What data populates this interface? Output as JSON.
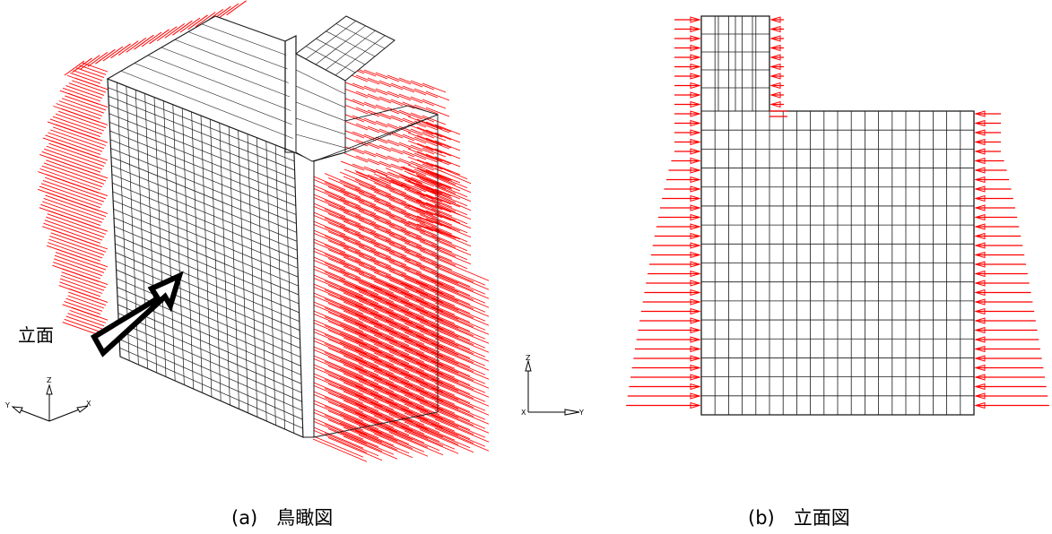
{
  "caption_a": "(a)　鳥瞰図",
  "caption_b": "(b)　立面図",
  "arrow_label": "立面",
  "triad_a": {
    "z": "Z",
    "x": "X",
    "y": "Y"
  },
  "triad_b": {
    "z": "Z",
    "x": "X",
    "y": "Y"
  },
  "colors": {
    "mesh": "#1a1a1a",
    "load": "#ff0000",
    "arrow": "#000000"
  }
}
